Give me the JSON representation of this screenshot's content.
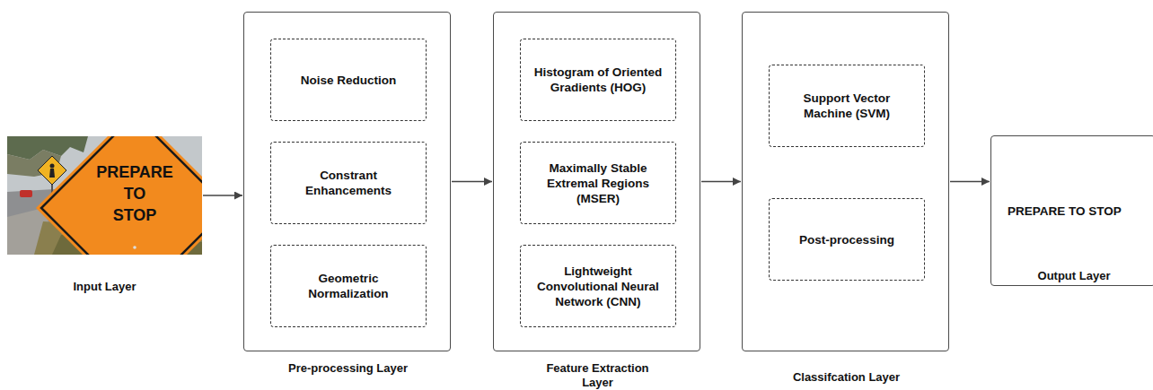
{
  "diagram": {
    "nodes": [
      {
        "text": [
          "Input Layer"
        ]
      },
      {
        "text": [
          "Pre-processing Layer"
        ]
      },
      {
        "text": [
          "Noise Reduction"
        ],
        "in": 1
      },
      {
        "text": [
          "Constrant Enhancements"
        ],
        "in": 1
      },
      {
        "text": [
          "Geometric Normalization"
        ],
        "in": 1
      },
      {
        "text": [
          "Feature Extraction Layer"
        ]
      },
      {
        "text": [
          "Histogram of Oriented Gradients (HOG)"
        ],
        "in": 5
      },
      {
        "text": [
          "Maximally Stable Extremal Regions (MSER)"
        ],
        "in": 5
      },
      {
        "text": [
          "Lightweight Convolutional Neural Network (CNN)"
        ],
        "in": 5
      },
      {
        "text": [
          "Classifcation Layer"
        ]
      },
      {
        "text": [
          "Support Vector Machine (SVM)"
        ],
        "in": 9
      },
      {
        "text": [
          "Post-processing"
        ],
        "in": 9
      },
      {
        "text": [
          "PREPARE TO STOP",
          "Output Layer"
        ]
      }
    ],
    "edges": [
      {
        "from": 0,
        "to": 1,
        "arrow": "to"
      },
      {
        "from": 1,
        "to": 5,
        "arrow": "to"
      },
      {
        "from": 5,
        "to": 9,
        "arrow": "to"
      },
      {
        "from": 9,
        "to": 12,
        "arrow": "to"
      }
    ],
    "labels": [
      "PREPARE",
      "TO",
      "STOP"
    ]
  }
}
